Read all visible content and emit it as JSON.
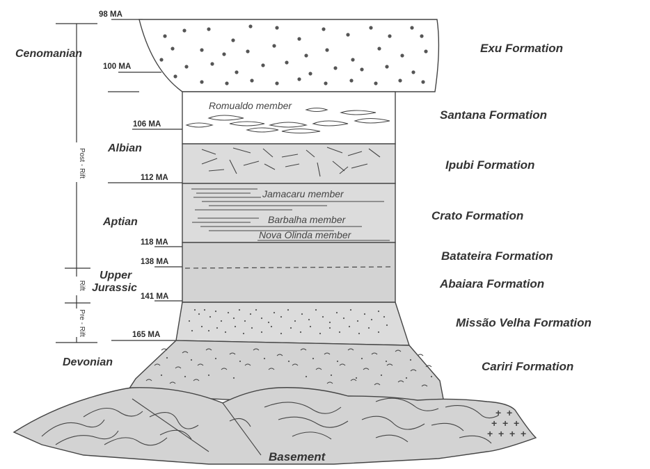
{
  "ages": {
    "a98": "98 MA",
    "a100": "100 MA",
    "a106": "106 MA",
    "a112": "112 MA",
    "a118": "118 MA",
    "a138": "138 MA",
    "a141": "141 MA",
    "a165": "165 MA"
  },
  "stages": {
    "cenomanian": "Cenomanian",
    "albian": "Albian",
    "aptian": "Aptian",
    "upper": "Upper",
    "jurassic": "Jurassic",
    "devonian": "Devonian"
  },
  "phases": {
    "post_rift": "Post - Rift",
    "rift": "Rift",
    "pre_rift": "Pre - Rift"
  },
  "formations": {
    "exu": "Exu Formation",
    "santana": "Santana Formation",
    "ipubi": "Ipubi Formation",
    "crato": "Crato Formation",
    "batateira": "Batateira Formation",
    "abaiara": "Abaiara Formation",
    "missao_velha": "Missão Velha Formation",
    "cariri": "Cariri Formation"
  },
  "members": {
    "romualdo": "Romualdo member",
    "jamacaru": "Jamacaru member",
    "barbalha": "Barbalha member",
    "nova_olinda": "Nova Olinda member"
  },
  "basement": "Basement",
  "colors": {
    "fill": "#d3d3d3",
    "fill_light": "#dcdcdc",
    "stroke": "#444444",
    "dot": "#555555"
  }
}
